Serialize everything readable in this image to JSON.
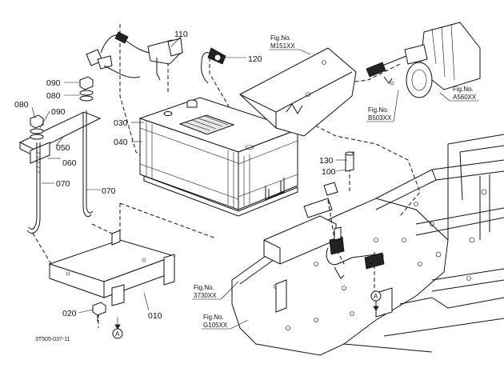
{
  "diagram": {
    "parts": [
      {
        "id": "p110",
        "label": "110"
      },
      {
        "id": "p120",
        "label": "120"
      },
      {
        "id": "p090",
        "label": "090"
      },
      {
        "id": "p080a",
        "label": "080"
      },
      {
        "id": "p080b",
        "label": "080"
      },
      {
        "id": "p090b",
        "label": "090"
      },
      {
        "id": "p030",
        "label": "030"
      },
      {
        "id": "p040",
        "label": "040"
      },
      {
        "id": "p050",
        "label": "050"
      },
      {
        "id": "p060",
        "label": "060"
      },
      {
        "id": "p070a",
        "label": "070"
      },
      {
        "id": "p070b",
        "label": "070"
      },
      {
        "id": "p130",
        "label": "130"
      },
      {
        "id": "p100",
        "label": "100"
      },
      {
        "id": "p020",
        "label": "020"
      },
      {
        "id": "p010",
        "label": "010"
      }
    ],
    "fig_refs": {
      "m151": {
        "title": "Fig.No.",
        "code": "M151XX"
      },
      "a560": {
        "title": "Fig.No.",
        "code": "A560XX"
      },
      "b503": {
        "title": "Fig.No.",
        "code": "B503XX"
      },
      "r3730": {
        "title": "Fig.No.",
        "code": "3730XX"
      },
      "g105": {
        "title": "Fig.No.",
        "code": "G105XX"
      }
    },
    "markers": {
      "a1": "A",
      "a2": "A"
    },
    "drawing_number": "3T505-037-11"
  }
}
